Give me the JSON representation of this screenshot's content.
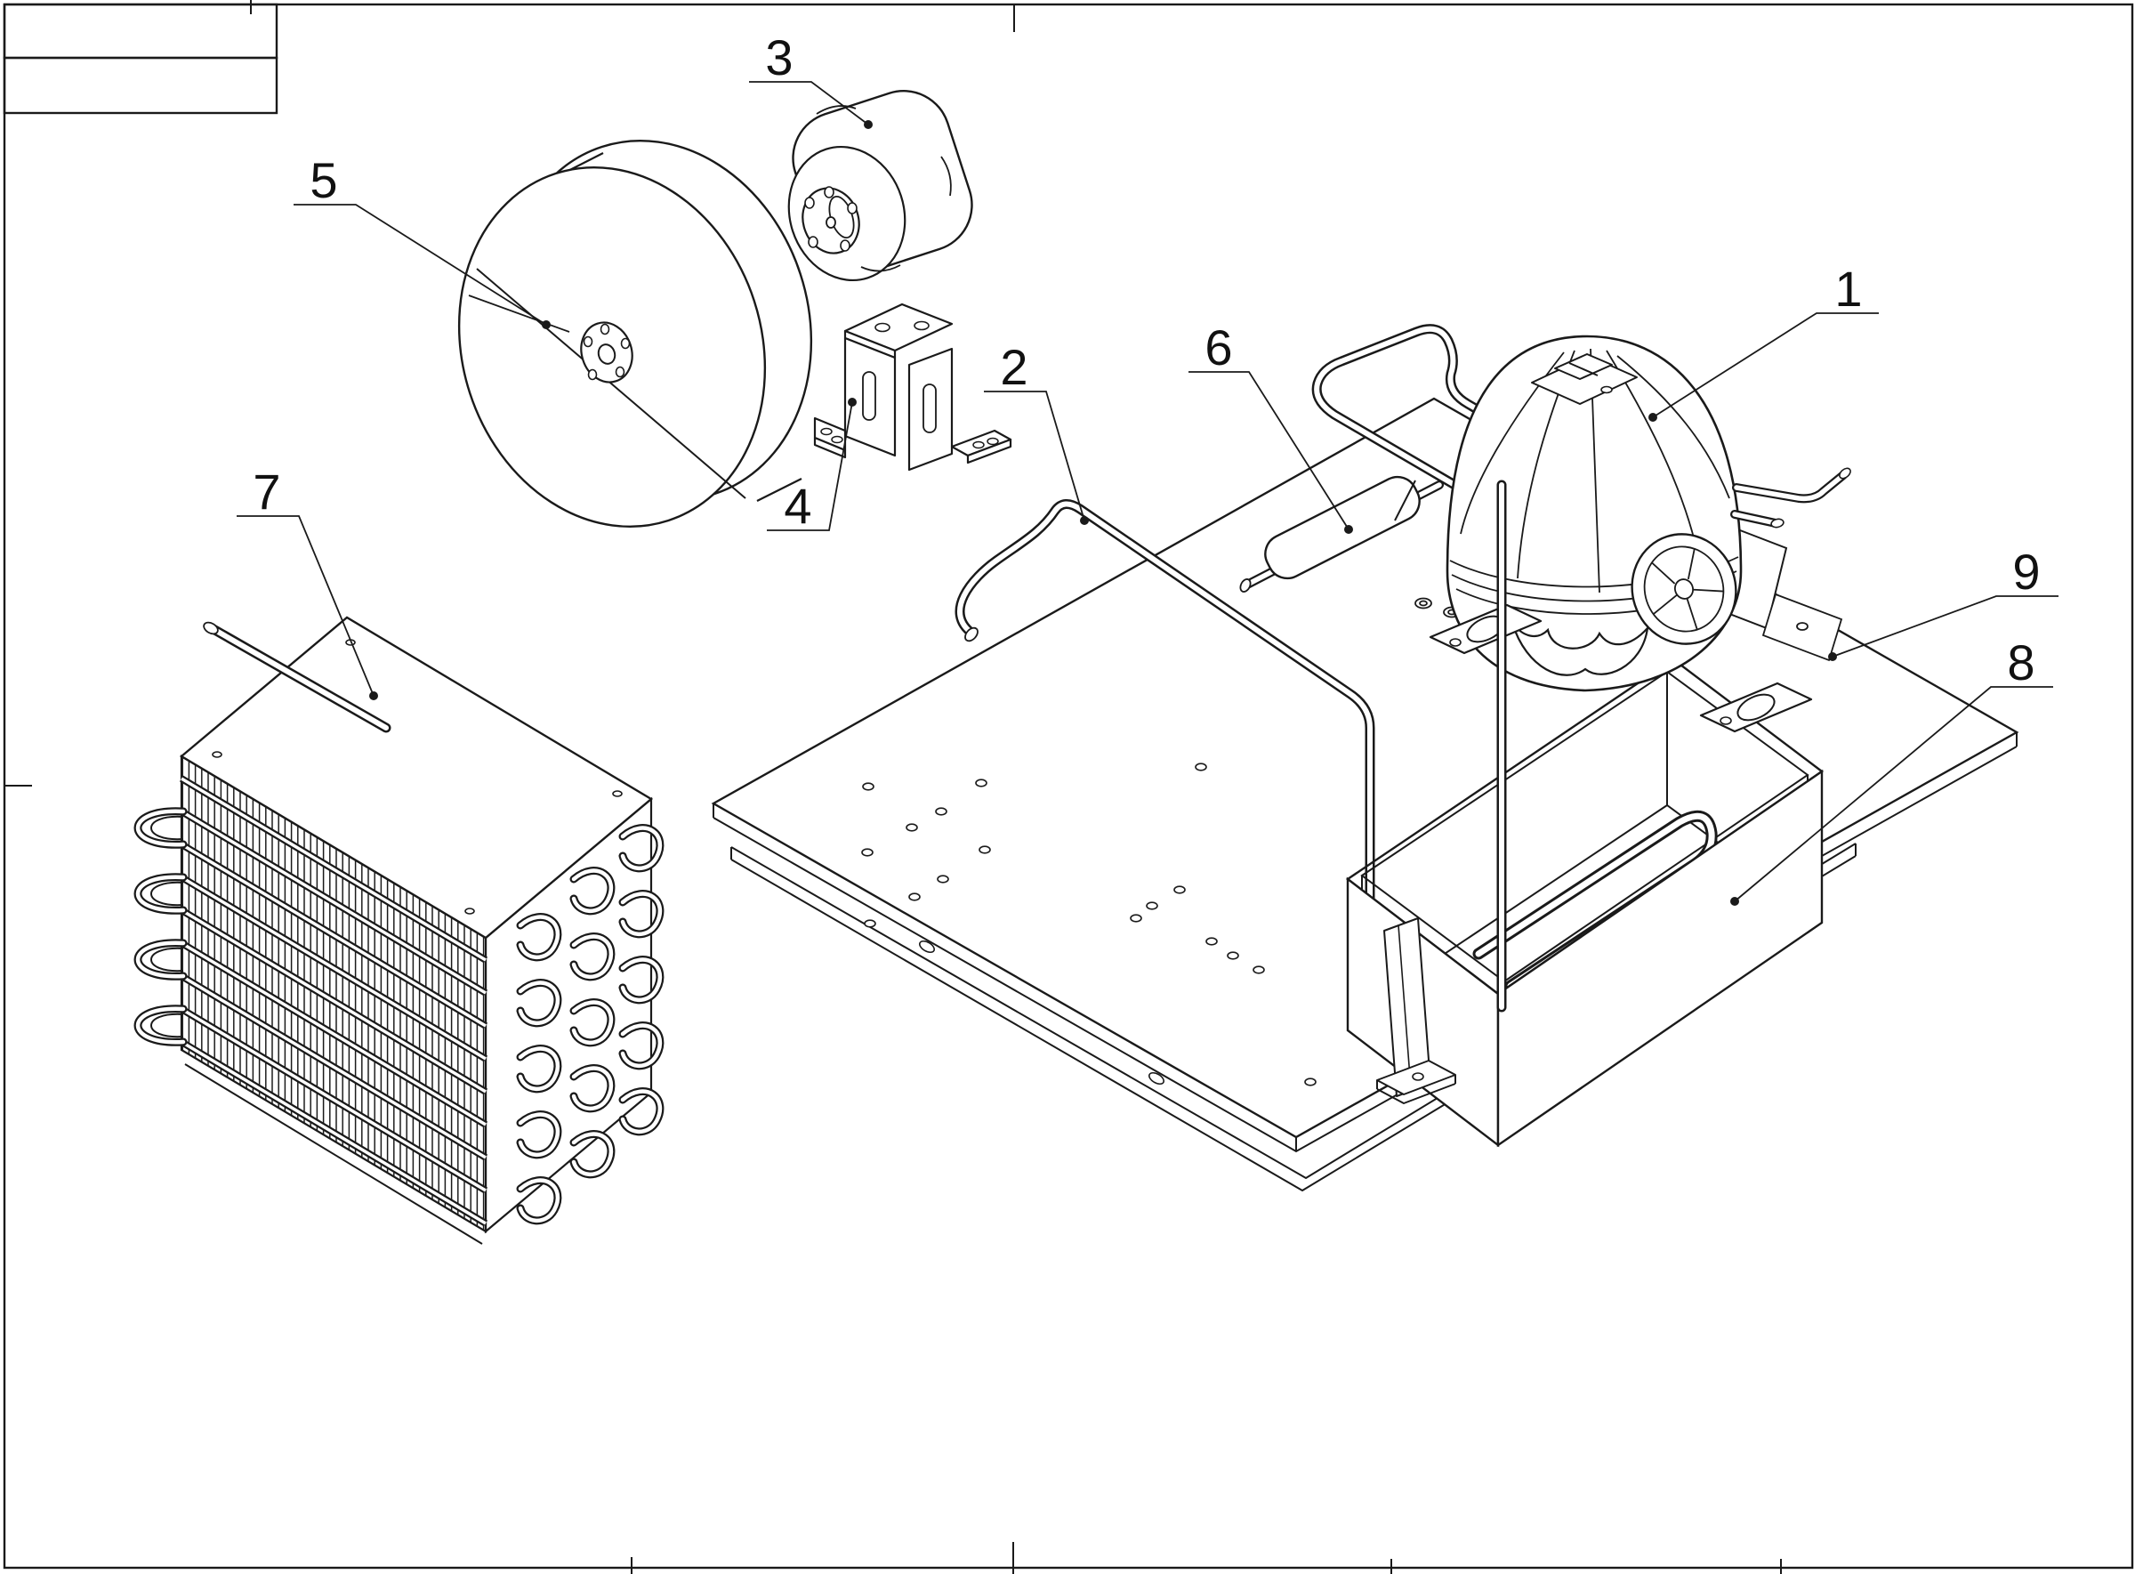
{
  "drawing": {
    "type": "exploded-parts-diagram",
    "background_color": "#ffffff",
    "line_color": "#1a1a1a",
    "title_block": {
      "rows": 2,
      "row1_text": "",
      "row2_text": ""
    },
    "callouts": [
      {
        "number": "1",
        "part": "compressor"
      },
      {
        "number": "2",
        "part": "discharge-tube"
      },
      {
        "number": "3",
        "part": "fan-motor"
      },
      {
        "number": "4",
        "part": "motor-bracket"
      },
      {
        "number": "5",
        "part": "fan-blade"
      },
      {
        "number": "6",
        "part": "filter-drier"
      },
      {
        "number": "7",
        "part": "condenser-coil"
      },
      {
        "number": "8",
        "part": "drain-pan"
      },
      {
        "number": "9",
        "part": "base-plate"
      }
    ]
  }
}
